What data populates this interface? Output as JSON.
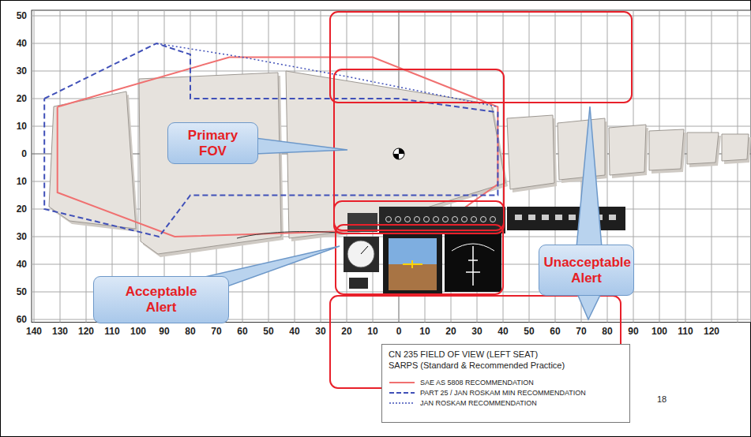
{
  "diagram": {
    "nodes": [
      {
        "text": [
          "Primary FOV"
        ]
      },
      {
        "text": [
          "Unacceptable Alert"
        ]
      },
      {
        "text": [
          "Acceptable Alert"
        ]
      },
      {
        "text": [
          "CN 235 FIELD OF VIEW (LEFT SEAT)",
          "SARPS (Standard & Recommended Practice)"
        ]
      }
    ],
    "labels": [
      "50",
      "40",
      "30",
      "20",
      "10",
      "0",
      "10",
      "20",
      "30",
      "40",
      "50",
      "60",
      "140",
      "130",
      "120",
      "110",
      "100",
      "90",
      "80",
      "70",
      "60",
      "50",
      "40",
      "30",
      "20",
      "10",
      "0",
      "10",
      "20",
      "30",
      "40",
      "50",
      "60",
      "70",
      "80",
      "90",
      "100",
      "110",
      "120",
      "18"
    ],
    "legend": [
      {
        "text": "SAE AS 5808 RECOMMENDATION"
      },
      {
        "text": "PART 25 / JAN ROSKAM MIN RECOMMENDATION"
      },
      {
        "text": "JAN ROSKAM RECOMMENDATION"
      }
    ]
  }
}
